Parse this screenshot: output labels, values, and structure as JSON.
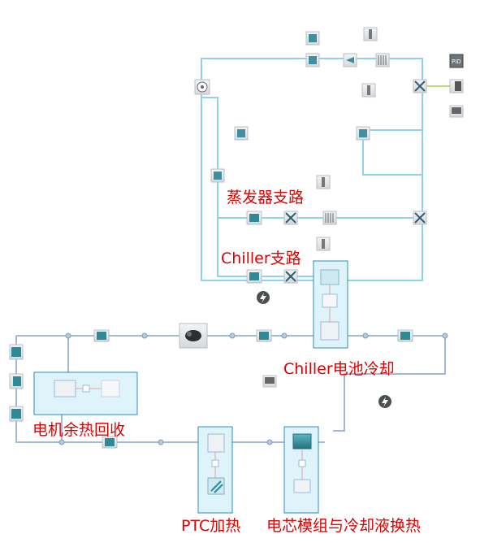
{
  "labels": {
    "evaporator_branch": "蒸发器支路",
    "chiller_branch": "Chiller支路",
    "chiller_battery_cooling": "Chiller电池冷却",
    "motor_waste_heat_recovery": "电机余热回收",
    "ptc_heating": "PTC加热",
    "cell_module_coolant_heat_exchange": "电芯模组与冷却液换热"
  },
  "pid_text": "PID",
  "colors": {
    "refrigerant_loop": "#8fd3e8",
    "coolant_loop": "#9fb9d8",
    "control_signal": "#9bd34a",
    "highlight_fill": "#dff3fb",
    "highlight_stroke": "#2a8fc0",
    "annotation_text": "#e00000",
    "component_teal": "#2f8a96"
  },
  "icons": {
    "fan_condenser": "fan-icon",
    "compressor": "compressor-icon",
    "expansion_valve": "valve-icon",
    "heat_exchanger": "heat-exchanger-icon",
    "pump": "pump-icon",
    "pipe": "pipe-icon",
    "heater": "ptc-heater-icon",
    "lightning": "lightning-icon",
    "monitor": "monitor-icon",
    "battery": "battery-icon",
    "motor": "motor-icon"
  }
}
